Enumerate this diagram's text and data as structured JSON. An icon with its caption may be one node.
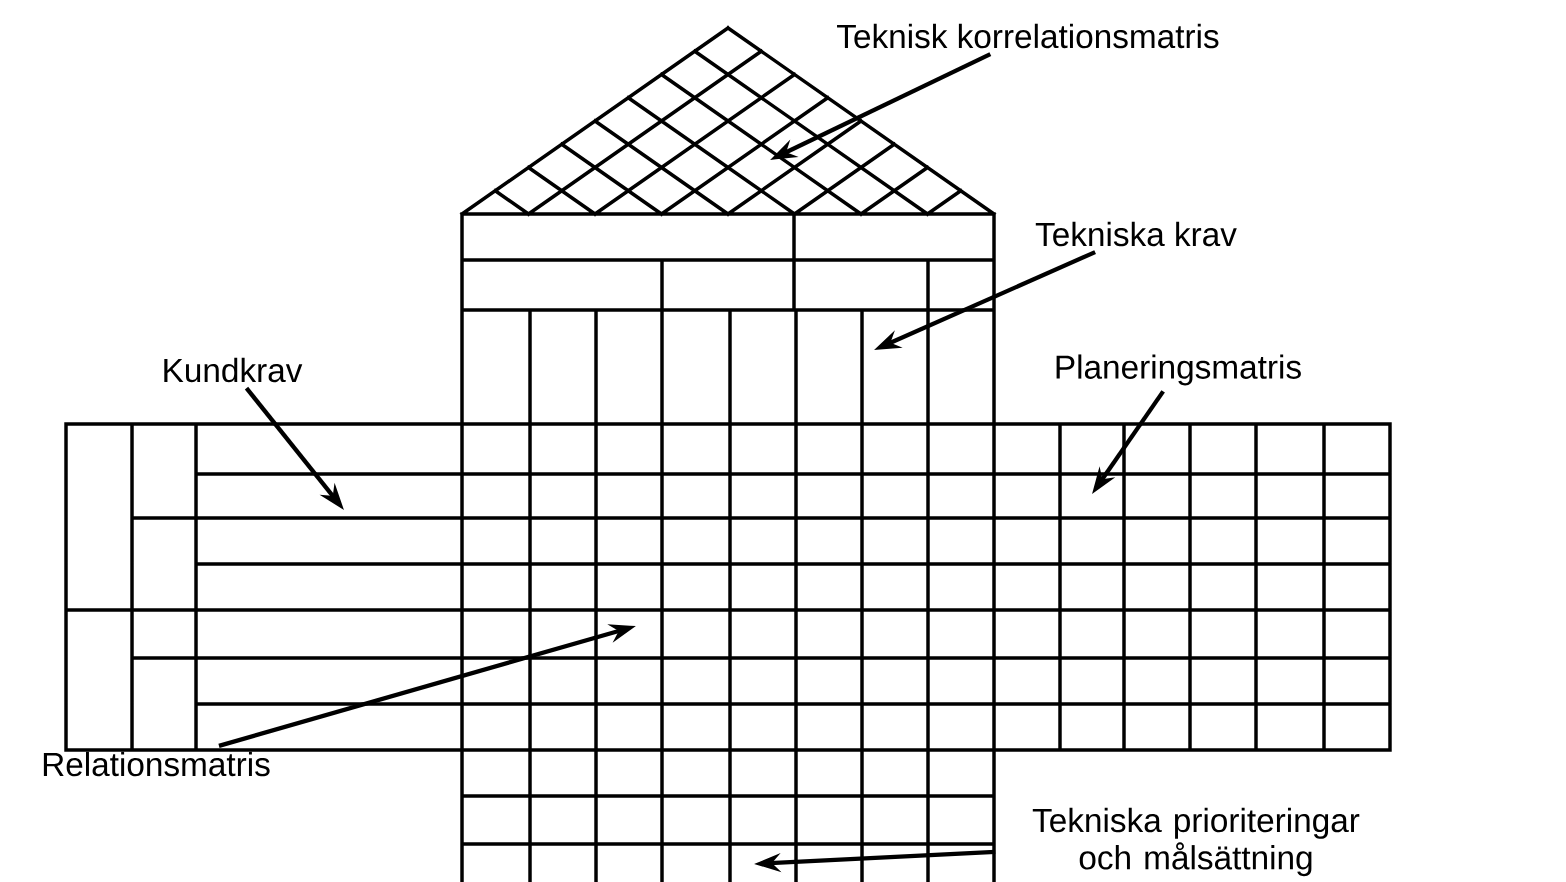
{
  "diagram": {
    "nodes": [
      {
        "text": [
          "Teknisk korrelationsmatris"
        ]
      },
      {
        "text": [
          "Tekniska krav"
        ]
      },
      {
        "text": [
          "Kundkrav"
        ]
      },
      {
        "text": [
          "Planeringsmatris"
        ]
      },
      {
        "text": [
          "Relationsmatris"
        ]
      },
      {
        "text": [
          "Tekniska prioriteringar och målsättning"
        ]
      }
    ],
    "edges": [
      {
        "from": 0,
        "to": null,
        "arrow": "to"
      },
      {
        "from": 1,
        "to": null,
        "arrow": "to"
      },
      {
        "from": 2,
        "to": null,
        "arrow": "to"
      },
      {
        "from": 3,
        "to": null,
        "arrow": "to"
      },
      {
        "from": 4,
        "to": null,
        "arrow": "to"
      },
      {
        "from": 5,
        "to": null,
        "arrow": "to"
      }
    ]
  }
}
